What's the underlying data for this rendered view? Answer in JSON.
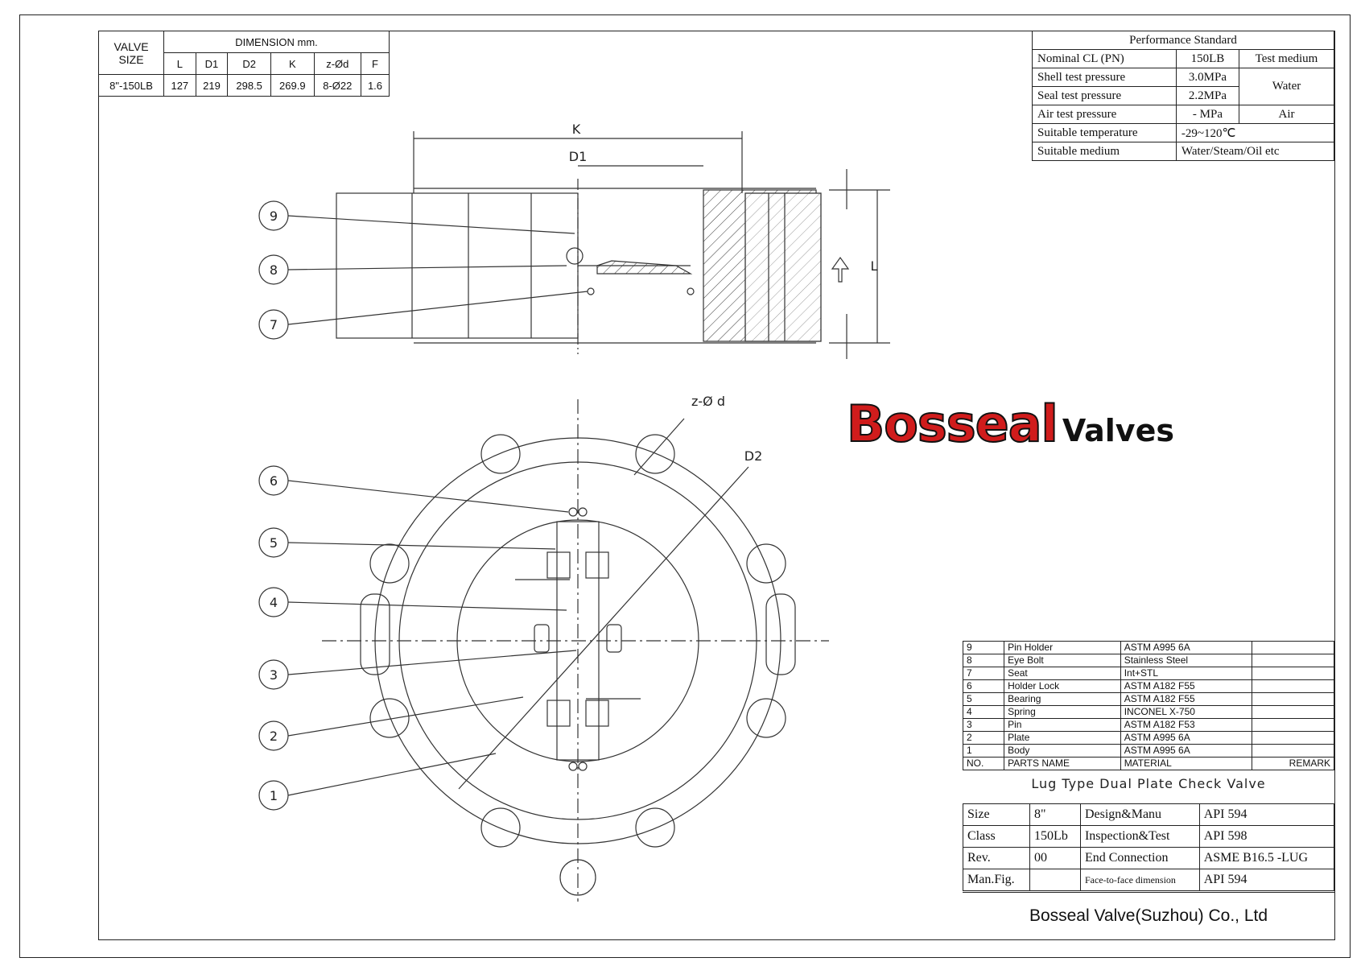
{
  "dimension_table": {
    "valve_size_label": "VALVE SIZE",
    "dimension_label": "DIMENSION  mm.",
    "columns": [
      "L",
      "D1",
      "D2",
      "K",
      "z-Ød",
      "F"
    ],
    "row": {
      "size": "8\"-150LB",
      "values": [
        "127",
        "219",
        "298.5",
        "269.9",
        "8-Ø22",
        "1.6"
      ]
    }
  },
  "performance_table": {
    "title": "Performance Standard",
    "rows": [
      {
        "label": "Nominal CL (PN)",
        "value": "150LB",
        "extra": "Test medium"
      },
      {
        "label": "Shell test pressure",
        "value": "3.0MPa",
        "extra": "Water"
      },
      {
        "label": "Seal test pressure",
        "value": "2.2MPa"
      },
      {
        "label": "Air test pressure",
        "value": "-   MPa",
        "extra": "Air"
      },
      {
        "label": "Suitable temperature",
        "value": "-29~120℃"
      },
      {
        "label": "Suitable medium",
        "value": "Water/Steam/Oil etc"
      }
    ]
  },
  "drawing_labels": {
    "k": "K",
    "d1": "D1",
    "d2": "D2",
    "l": "L",
    "zd": "z-Ø d",
    "callouts": [
      "1",
      "2",
      "3",
      "4",
      "5",
      "6",
      "7",
      "8",
      "9"
    ]
  },
  "logo": {
    "main": "Bosseal",
    "sub": "Valves",
    "accent": "#d01c1c"
  },
  "parts_table": {
    "rows": [
      {
        "no": "9",
        "name": "Pin Holder",
        "material": "ASTM A995 6A"
      },
      {
        "no": "8",
        "name": "Eye Bolt",
        "material": "Stainless Steel"
      },
      {
        "no": "7",
        "name": "Seat",
        "material": "Int+STL"
      },
      {
        "no": "6",
        "name": "Holder Lock",
        "material": "ASTM A182 F55"
      },
      {
        "no": "5",
        "name": "Bearing",
        "material": "ASTM A182 F55"
      },
      {
        "no": "4",
        "name": "Spring",
        "material": "INCONEL X-750"
      },
      {
        "no": "3",
        "name": "Pin",
        "material": "ASTM A182 F53"
      },
      {
        "no": "2",
        "name": "Plate",
        "material": "ASTM A995 6A"
      },
      {
        "no": "1",
        "name": "Body",
        "material": "ASTM A995 6A"
      }
    ],
    "header": {
      "no": "NO.",
      "name": "PARTS NAME",
      "material": "MATERIAL",
      "remark": "REMARK"
    }
  },
  "title_block": {
    "title": "Lug Type Dual Plate Check Valve",
    "rows": [
      {
        "k1": "Size",
        "v1": "8\"",
        "k2": "Design&Manu",
        "v2": "API  594"
      },
      {
        "k1": "Class",
        "v1": "150Lb",
        "k2": "Inspection&Test",
        "v2": "API 598"
      },
      {
        "k1": "Rev.",
        "v1": "00",
        "k2": "End Connection",
        "v2": "ASME B16.5 -LUG"
      },
      {
        "k1": "Man.Fig.",
        "v1": "",
        "k2": "Face-to-face dimension",
        "v2": "API 594"
      }
    ],
    "company": "Bosseal Valve(Suzhou) Co., Ltd"
  }
}
